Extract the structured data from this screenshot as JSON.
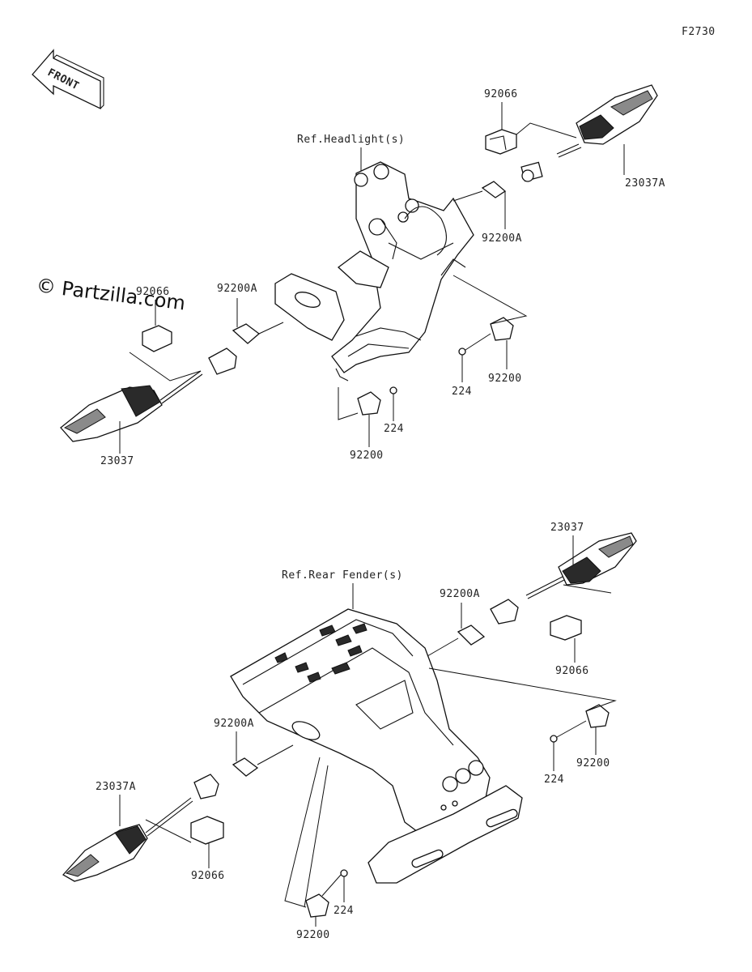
{
  "figure_code": "F2730",
  "front_arrow_text": "FRONT",
  "watermark": "© Partzilla.com",
  "refs": {
    "headlight": "Ref.Headlight(s)",
    "rear_fender": "Ref.Rear Fender(s)"
  },
  "callouts": {
    "top_right_connector": "92066",
    "top_right_signal": "23037A",
    "top_right_plate": "92200A",
    "top_left_connector": "92066",
    "top_left_plate_a": "92200A",
    "top_left_signal": "23037",
    "top_mid_screw": "224",
    "top_mid_bracket": "92200",
    "top_right_screw": "224",
    "top_right_bracket": "92200",
    "bottom_right_signal": "23037",
    "bottom_right_plate": "92200A",
    "bottom_right_connector": "92066",
    "bottom_right_screw": "224",
    "bottom_right_bracket": "92200",
    "bottom_left_plate": "92200A",
    "bottom_left_signal": "23037A",
    "bottom_left_connector": "92066",
    "bottom_mid_screw": "224",
    "bottom_mid_bracket": "92200"
  }
}
